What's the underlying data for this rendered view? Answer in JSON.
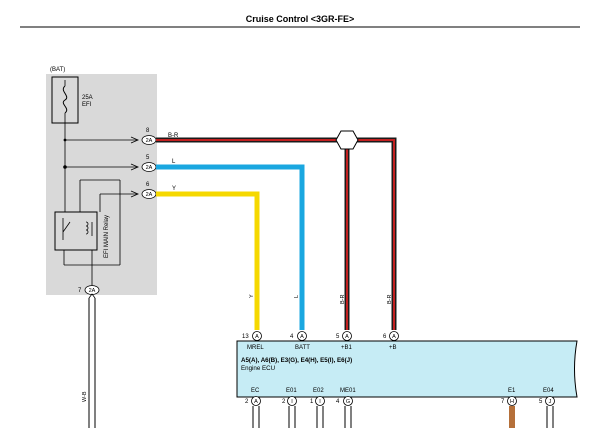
{
  "title": "Cruise Control <3GR-FE>",
  "bat_label": "(BAT)",
  "fuse": {
    "rating": "25A",
    "name": "EFI"
  },
  "relay_label": "EFI MAIN Relay",
  "connectors": [
    {
      "id": "c8",
      "pin": "8",
      "code": "2A",
      "wire": "B-R"
    },
    {
      "id": "c5",
      "pin": "5",
      "code": "2A",
      "wire": "L"
    },
    {
      "id": "c6",
      "pin": "6",
      "code": "2A",
      "wire": "Y"
    },
    {
      "id": "c7",
      "pin": "7",
      "code": "2A"
    }
  ],
  "wire_colors": {
    "black": "#1a1a1a",
    "red": "#c22020",
    "blue": "#1aa7e0",
    "yellow": "#f5d800",
    "brown": "#b5703a"
  },
  "vertical_wire_labels": {
    "yellow": "Y",
    "blue": "L",
    "br1": "B-R",
    "br2": "B-R",
    "bottom_left": "W-B"
  },
  "ecu": {
    "line1": "A5(A), A6(B), E3(G), E4(H), E5(I), E6(J)",
    "line2": "Engine ECU",
    "top_pins": [
      {
        "num": "13",
        "conn": "A",
        "name": "MREL"
      },
      {
        "num": "4",
        "conn": "A",
        "name": "BATT"
      },
      {
        "num": "5",
        "conn": "A",
        "name": "+B1"
      },
      {
        "num": "6",
        "conn": "A",
        "name": "+B"
      }
    ],
    "bottom_pins": [
      {
        "num": "2",
        "conn": "A",
        "name": "EC"
      },
      {
        "num": "2",
        "conn": "I",
        "name": "E01"
      },
      {
        "num": "1",
        "conn": "I",
        "name": "E02"
      },
      {
        "num": "4",
        "conn": "G",
        "name": "ME01"
      },
      {
        "num": "7",
        "conn": "H",
        "name": "E1"
      },
      {
        "num": "5",
        "conn": "J",
        "name": "E04"
      }
    ]
  }
}
